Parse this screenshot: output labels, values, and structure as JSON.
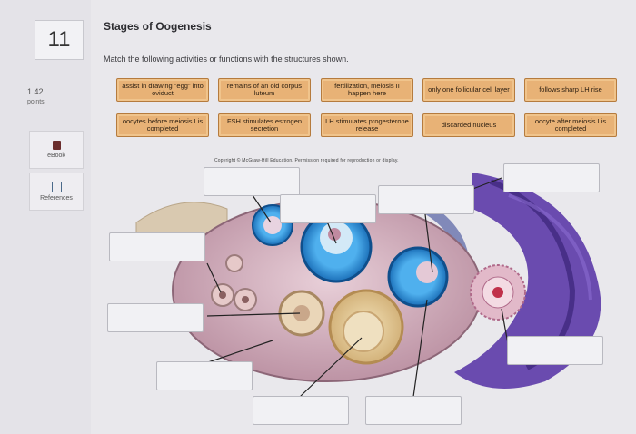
{
  "question": {
    "number": "11",
    "points_value": "1.42",
    "points_label": "points"
  },
  "sidebar": {
    "ebook_label": "eBook",
    "references_label": "References"
  },
  "title": "Stages of Oogenesis",
  "instructions": "Match the following activities or functions with the structures shown.",
  "tiles": [
    "assist in drawing \"egg\" into oviduct",
    "remains of an old corpus luteum",
    "fertilization, meiosis II happen here",
    "only one follicular cell layer",
    "follows sharp LH rise",
    "oocytes before meiosis I is completed",
    "FSH stimulates estrogen secretion",
    "LH stimulates progesterone release",
    "discarded nucleus",
    "oocyte after meiosis I is completed"
  ],
  "copyright": "Copyright © McGraw-Hill Education. Permission required for reproduction or display.",
  "colors": {
    "tile": "#e8b276",
    "follicle_blue": "#2b8fd6",
    "oviduct_purple": "#5c3aa8",
    "ovary_pink": "#d8b3c2"
  },
  "icons": [
    "ebook-icon",
    "references-icon"
  ]
}
